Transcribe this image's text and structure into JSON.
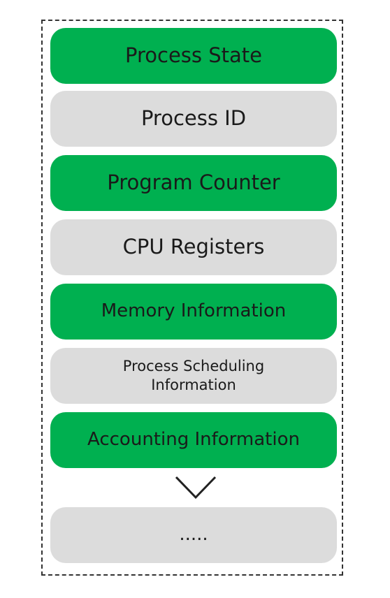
{
  "diagram": {
    "blocks": [
      {
        "label": "Process State",
        "color": "#00b050"
      },
      {
        "label": "Process ID",
        "color": "#dcdcdc"
      },
      {
        "label": "Program Counter",
        "color": "#00b050"
      },
      {
        "label": "CPU Registers",
        "color": "#dcdcdc"
      },
      {
        "label": "Memory Information",
        "color": "#00b050"
      },
      {
        "label": "Process Scheduling\nInformation",
        "color": "#dcdcdc"
      },
      {
        "label": "Accounting Information",
        "color": "#00b050"
      },
      {
        "label": ".....",
        "color": "#dcdcdc"
      }
    ],
    "continuation_icon": "chevron-down-icon"
  }
}
